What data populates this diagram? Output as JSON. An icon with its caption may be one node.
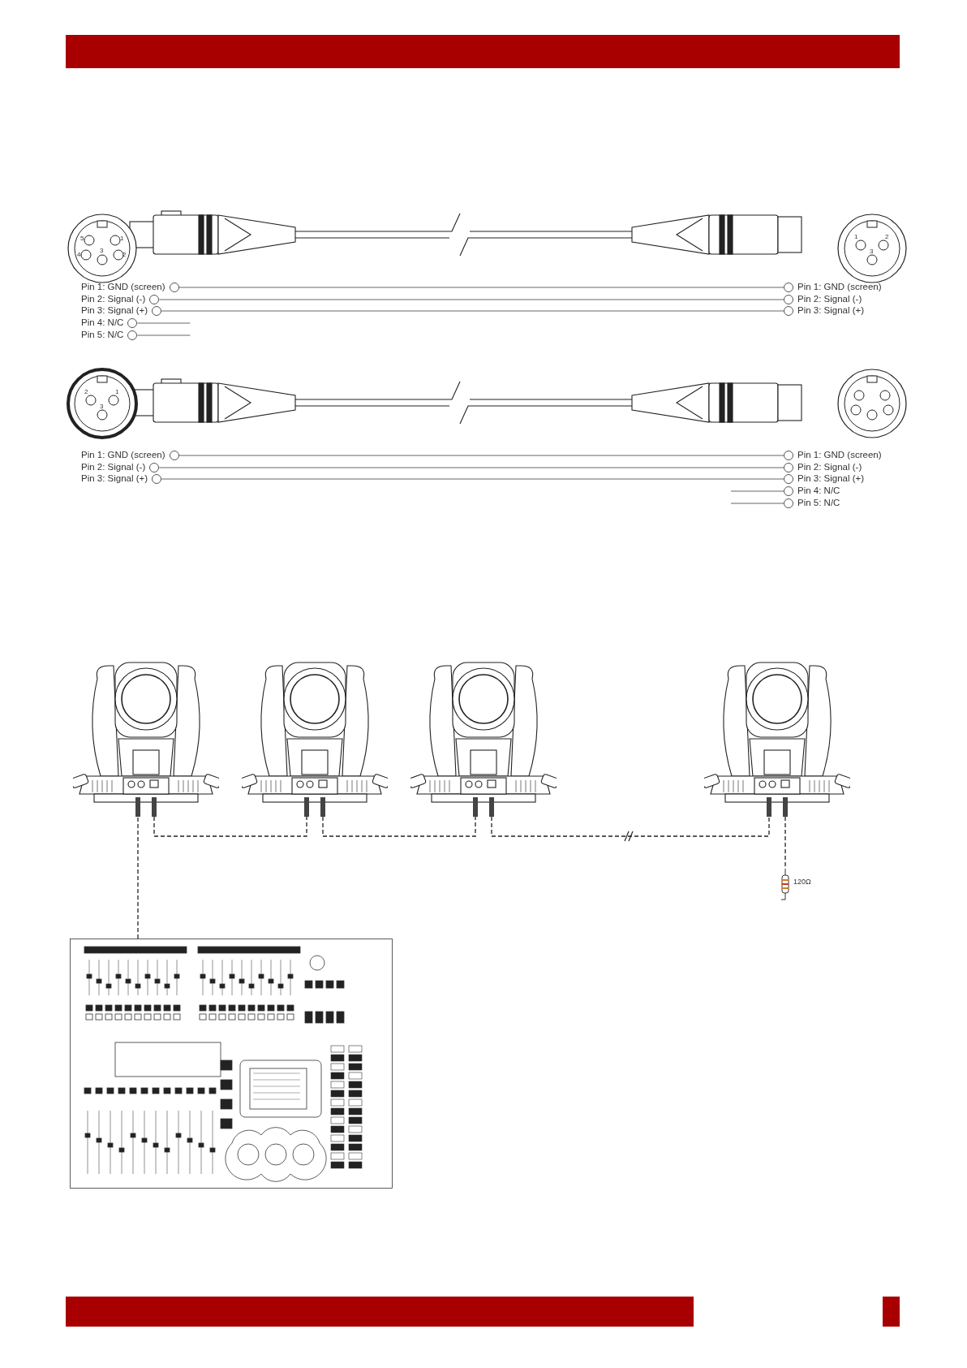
{
  "diagram": {
    "nodes": [
      {
        "text": [
          "Pin 1: GND (screen)"
        ]
      },
      {
        "text": [
          "Pin 2: Signal (-)"
        ]
      },
      {
        "text": [
          "Pin 3: Signal (+)"
        ]
      },
      {
        "text": [
          "Pin 4: N/C"
        ]
      },
      {
        "text": [
          "Pin 5: N/C"
        ]
      },
      {
        "text": [
          "Pin 1: GND (screen)"
        ]
      },
      {
        "text": [
          "Pin 2: Signal (-)"
        ]
      },
      {
        "text": [
          "Pin 3: Signal (+)"
        ]
      },
      {
        "text": [
          "Pin 1: GND (screen)"
        ]
      },
      {
        "text": [
          "Pin 2: Signal (-)"
        ]
      },
      {
        "text": [
          "Pin 3: Signal (+)"
        ]
      },
      {
        "text": [
          "Pin 1: GND (screen)"
        ]
      },
      {
        "text": [
          "Pin 2: Signal (-)"
        ]
      },
      {
        "text": [
          "Pin 3: Signal (+)"
        ]
      },
      {
        "text": [
          "Pin 4: N/C"
        ]
      },
      {
        "text": [
          "Pin 5: N/C"
        ]
      },
      {
        "text": [],
        "shape": "picture"
      },
      {
        "text": [],
        "shape": "picture"
      },
      {
        "text": [],
        "shape": "picture"
      },
      {
        "text": [],
        "shape": "picture"
      },
      {
        "text": [],
        "shape": "picture",
        "beside": [
          "120Ω"
        ]
      },
      {
        "text": [],
        "shape": "picture"
      }
    ],
    "edges": [
      {
        "from": 0,
        "to": 5,
        "arrow": "none"
      },
      {
        "from": 1,
        "to": 6,
        "arrow": "none"
      },
      {
        "from": 2,
        "to": 7,
        "arrow": "none"
      },
      {
        "from": 3,
        "to": null,
        "arrow": "none"
      },
      {
        "from": 4,
        "to": null,
        "arrow": "none"
      },
      {
        "from": 8,
        "to": 11,
        "arrow": "none"
      },
      {
        "from": 9,
        "to": 12,
        "arrow": "none"
      },
      {
        "from": 10,
        "to": 13,
        "arrow": "none"
      },
      {
        "from": null,
        "to": 14,
        "arrow": "none"
      },
      {
        "from": null,
        "to": 15,
        "arrow": "none"
      },
      {
        "from": 21,
        "to": 16,
        "arrow": "none",
        "style": "dashed"
      },
      {
        "from": 16,
        "to": 17,
        "arrow": "none",
        "style": "dashed"
      },
      {
        "from": 17,
        "to": 18,
        "arrow": "none",
        "style": "dashed"
      },
      {
        "from": 18,
        "to": 19,
        "arrow": "none",
        "style": "dashed"
      },
      {
        "from": 19,
        "to": 20,
        "arrow": "none",
        "style": "dashed"
      }
    ],
    "labels": [
      "5",
      "1",
      "4",
      "3",
      "2",
      "1",
      "2",
      "3",
      "2",
      "1",
      "3"
    ]
  }
}
